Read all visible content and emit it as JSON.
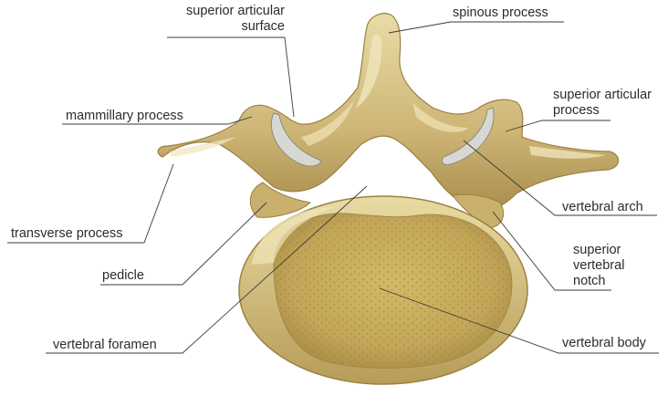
{
  "labels": {
    "superior_articular_surface": [
      "superior articular",
      "surface"
    ],
    "spinous_process": "spinous process",
    "mammillary_process": "mammillary process",
    "superior_articular_process": [
      "superior articular",
      "process"
    ],
    "transverse_process": "transverse process",
    "vertebral_arch": "vertebral arch",
    "pedicle": "pedicle",
    "superior_vertebral_notch": [
      "superior",
      "vertebral",
      "notch"
    ],
    "vertebral_foramen": "vertebral foramen",
    "vertebral_body": "vertebral body"
  },
  "colors": {
    "bone": "#cfb978",
    "bone_shadow": "#9c8143",
    "bone_highlight": "#ece0ad",
    "cancellous": "#c4aa5c",
    "cartilage": "#d9d9d4",
    "leader_line": "#3a3a3a"
  }
}
